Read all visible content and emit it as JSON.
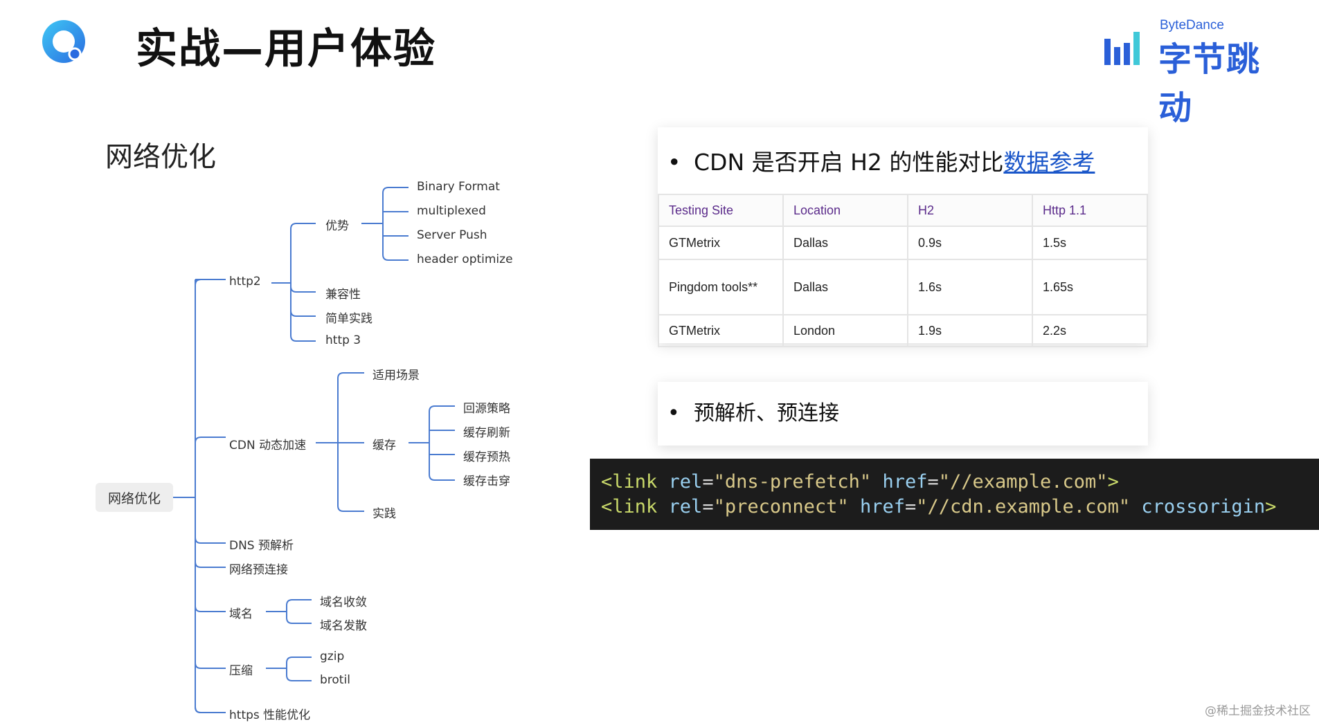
{
  "slide": {
    "title": "实战—用户体验",
    "brand_small": "ByteDance",
    "brand_big": "字节跳动",
    "section_title": "网络优化",
    "colors": {
      "brand": "#2a5fd8",
      "tree_line": "#4a7bd0",
      "link": "#1a56c9",
      "header_text": "#5a2a8a"
    }
  },
  "mindmap": {
    "root": "网络优化",
    "http2": "http2",
    "youshi": "优势",
    "binary_format": "Binary Format",
    "multiplexed": "multiplexed",
    "server_push": "Server Push",
    "header_optimize": "header optimize",
    "jianrongxing": "兼容性",
    "jiandan_shijian": "简单实践",
    "http3": "http 3",
    "cdn": "CDN 动态加速",
    "shiyong_changjing": "适用场景",
    "huancun": "缓存",
    "huiyuan_celue": "回源策略",
    "huancun_shuaxin": "缓存刷新",
    "huancun_yure": "缓存预热",
    "huancun_jichuan": "缓存击穿",
    "cdn_shijian": "实践",
    "dns": "DNS 预解析",
    "wangluo_yulianjie": "网络预连接",
    "yuming": "域名",
    "yuming_shoulian": "域名收敛",
    "yuming_fasan": "域名发散",
    "yasuo": "压缩",
    "gzip": "gzip",
    "brotil": "brotil",
    "https": "https 性能优化"
  },
  "card1": {
    "bullet": "•",
    "heading": "CDN 是否开启 H2 的性能对比",
    "link": "数据参考",
    "headers": [
      "Testing Site",
      "Location",
      "H2",
      "Http 1.1"
    ],
    "rows": [
      [
        "GTMetrix",
        "Dallas",
        "0.9s",
        "1.5s"
      ],
      [
        "Pingdom tools**",
        "Dallas",
        "1.6s",
        "1.65s"
      ],
      [
        "GTMetrix",
        "London",
        "1.9s",
        "2.2s"
      ]
    ]
  },
  "card2": {
    "bullet": "•",
    "text": "预解析、预连接"
  },
  "code": {
    "line1": {
      "tag": "<link",
      "a1": "rel",
      "eq1": "=",
      "v1": "\"dns-prefetch\"",
      "a2": "href",
      "eq2": "=",
      "v2": "\"//example.com\"",
      "end": ">"
    },
    "line2": {
      "tag": "<link",
      "a1": "rel",
      "eq1": "=",
      "v1": "\"preconnect\"",
      "a2": "href",
      "eq2": "=",
      "v2": "\"//cdn.example.com\"",
      "a3": "crossorigin",
      "end": ">"
    }
  },
  "footer": {
    "credit": "@稀土掘金技术社区"
  }
}
